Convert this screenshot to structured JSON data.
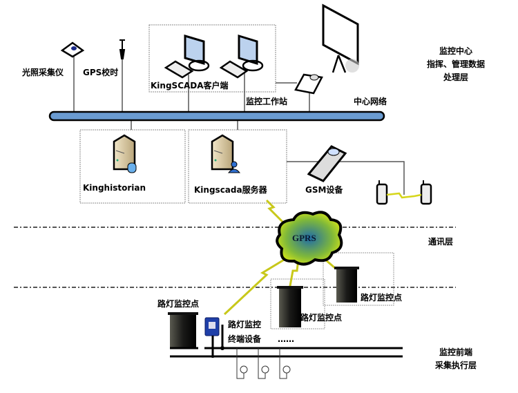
{
  "layers": {
    "center": [
      "监控中心",
      "指挥、管理数据",
      "处理层"
    ],
    "communication": "通讯层",
    "frontend": [
      "监控前端",
      "采集执行层"
    ]
  },
  "devices": {
    "light_collector": "光照采集仪",
    "gps": "GPS校时",
    "client": "KingSCADA客户端",
    "workstation": "监控工作站",
    "network": "中心网络",
    "historian": "Kinghistorian",
    "scada_server": "Kingscada服务器",
    "gsm": "GSM设备",
    "gprs": "GPRS",
    "streetlight_point_1": "路灯监控点",
    "streetlight_point_2": "路灯监控点",
    "streetlight_point_3": "路灯监控点",
    "terminal_line1": "路灯监控",
    "terminal_line2": "终端设备",
    "ellipsis": "……"
  },
  "colors": {
    "bus_fill": "#6a9bd1",
    "bolt": "#d6d61a",
    "cabinet": "#222222",
    "terminal": "#1f3fa8",
    "server": "#d9c9a0"
  }
}
